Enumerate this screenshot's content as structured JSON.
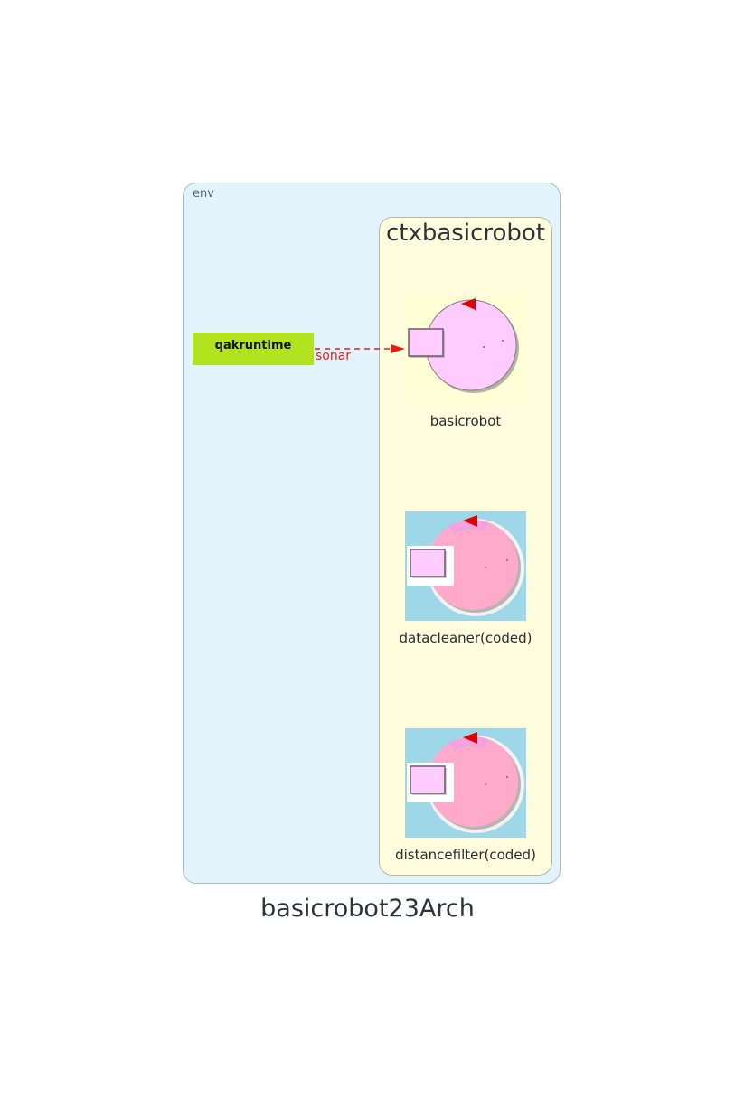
{
  "diagram": {
    "caption": "basicrobot23Arch",
    "env": {
      "label": "env"
    },
    "context": {
      "label": "ctxbasicrobot",
      "actors": [
        {
          "label": "basicrobot",
          "style": "main",
          "bg_color": "#ffffd6",
          "body_color": "#ffccff"
        },
        {
          "label": "datacleaner(coded)",
          "style": "coded",
          "bg_color": "#9ed7e8",
          "body_color": "#ffaac8"
        },
        {
          "label": "distancefilter(coded)",
          "style": "coded",
          "bg_color": "#9ed7e8",
          "body_color": "#ffaac8"
        }
      ]
    },
    "external": {
      "label": "qakruntime",
      "color": "#b3e31f"
    },
    "link": {
      "label": "sonar",
      "color": "#e0201e",
      "style": "dashed"
    }
  }
}
